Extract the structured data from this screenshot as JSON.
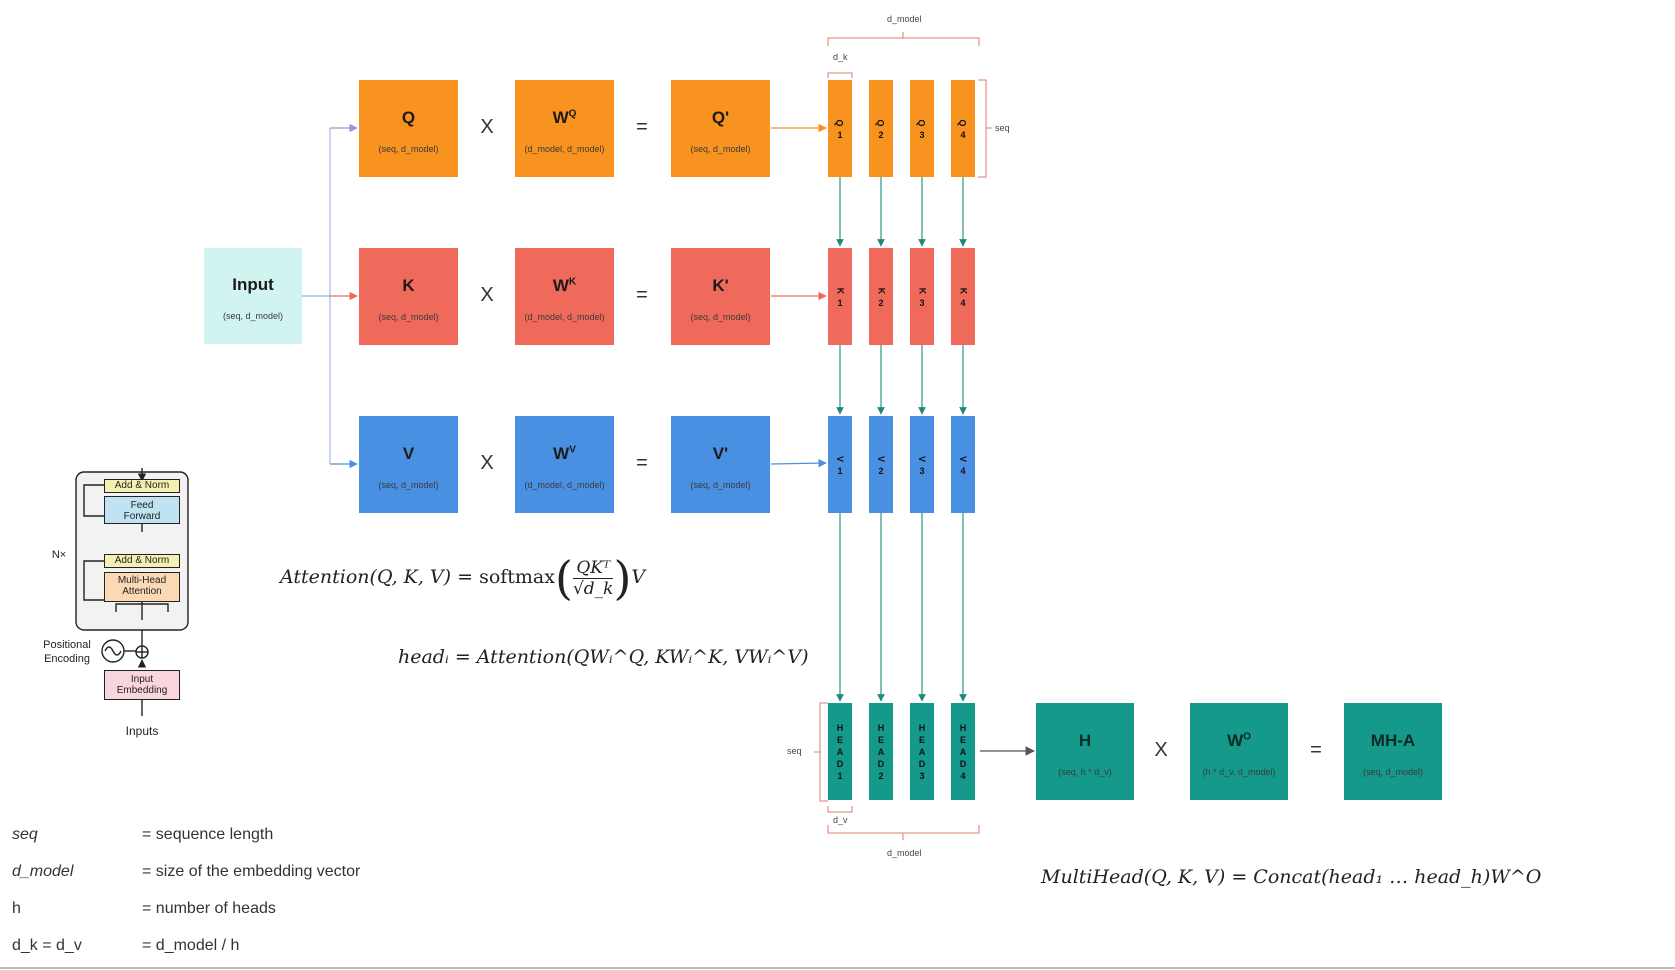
{
  "input_box": {
    "label": "Input",
    "sub": "(seq, d_model)"
  },
  "rows": [
    {
      "key": "q",
      "matrix": "Q",
      "matrix_sub": "(seq, d_model)",
      "weight": "W",
      "weight_sup": "Q",
      "weight_sub": "(d_model, d_model)",
      "result": "Q'",
      "result_sub": "(seq, d_model)",
      "splits": [
        "Q1",
        "Q2",
        "Q3",
        "Q4"
      ]
    },
    {
      "key": "k",
      "matrix": "K",
      "matrix_sub": "(seq, d_model)",
      "weight": "W",
      "weight_sup": "K",
      "weight_sub": "(d_model, d_model)",
      "result": "K'",
      "result_sub": "(seq, d_model)",
      "splits": [
        "K1",
        "K2",
        "K3",
        "K4"
      ]
    },
    {
      "key": "v",
      "matrix": "V",
      "matrix_sub": "(seq, d_model)",
      "weight": "W",
      "weight_sup": "V",
      "weight_sub": "(d_model, d_model)",
      "result": "V'",
      "result_sub": "(seq, d_model)",
      "splits": [
        "V1",
        "V2",
        "V3",
        "V4"
      ]
    }
  ],
  "operators": {
    "times": "X",
    "equals": "="
  },
  "heads": [
    "HEAD1",
    "HEAD2",
    "HEAD3",
    "HEAD4"
  ],
  "output_row": {
    "h_label": "H",
    "h_sub": "(seq, h * d_v)",
    "wo_label": "W",
    "wo_sup": "O",
    "wo_sub": "(h * d_v, d_model)",
    "mha_label": "MH-A",
    "mha_sub": "(seq, d_model)"
  },
  "dims": {
    "d_model": "d_model",
    "d_k": "d_k",
    "d_v": "d_v",
    "seq": "seq"
  },
  "formulas": {
    "attention_lhs": "Attention(Q, K, V) = ",
    "attention_softmax": "softmax",
    "attention_num": "QKᵀ",
    "attention_den": "√d_k",
    "attention_tail": "V",
    "head": "headᵢ = Attention(QWᵢ^Q, KWᵢ^K, VWᵢ^V)",
    "multihead": "MultiHead(Q, K, V) = Concat(head₁ … head_h)W^O"
  },
  "transformer_block": {
    "add_norm_top": "Add & Norm",
    "feed_forward": "Feed Forward",
    "add_norm_bottom": "Add & Norm",
    "multi_head": "Multi-Head Attention",
    "nx": "N×",
    "positional_encoding": "Positional Encoding",
    "input_embedding": "Input Embedding",
    "inputs": "Inputs"
  },
  "legend": [
    {
      "term": "seq",
      "def": "= sequence length"
    },
    {
      "term": "d_model",
      "def": "= size of the embedding vector"
    },
    {
      "term": "h",
      "def": "= number of heads"
    },
    {
      "term": "d_k = d_v",
      "def": "= d_model / h"
    }
  ],
  "colors": {
    "orange": "#f7931e",
    "red": "#f06a5b",
    "blue": "#4a90e2",
    "teal": "#14998a",
    "input": "#d2f4f1",
    "arrow_teal": "#1f8a7a",
    "arrow_purple": "#a98be0",
    "arrow_red": "#f06a5b",
    "arrow_blue": "#4a90e2",
    "bracket": "#e27b6e"
  }
}
